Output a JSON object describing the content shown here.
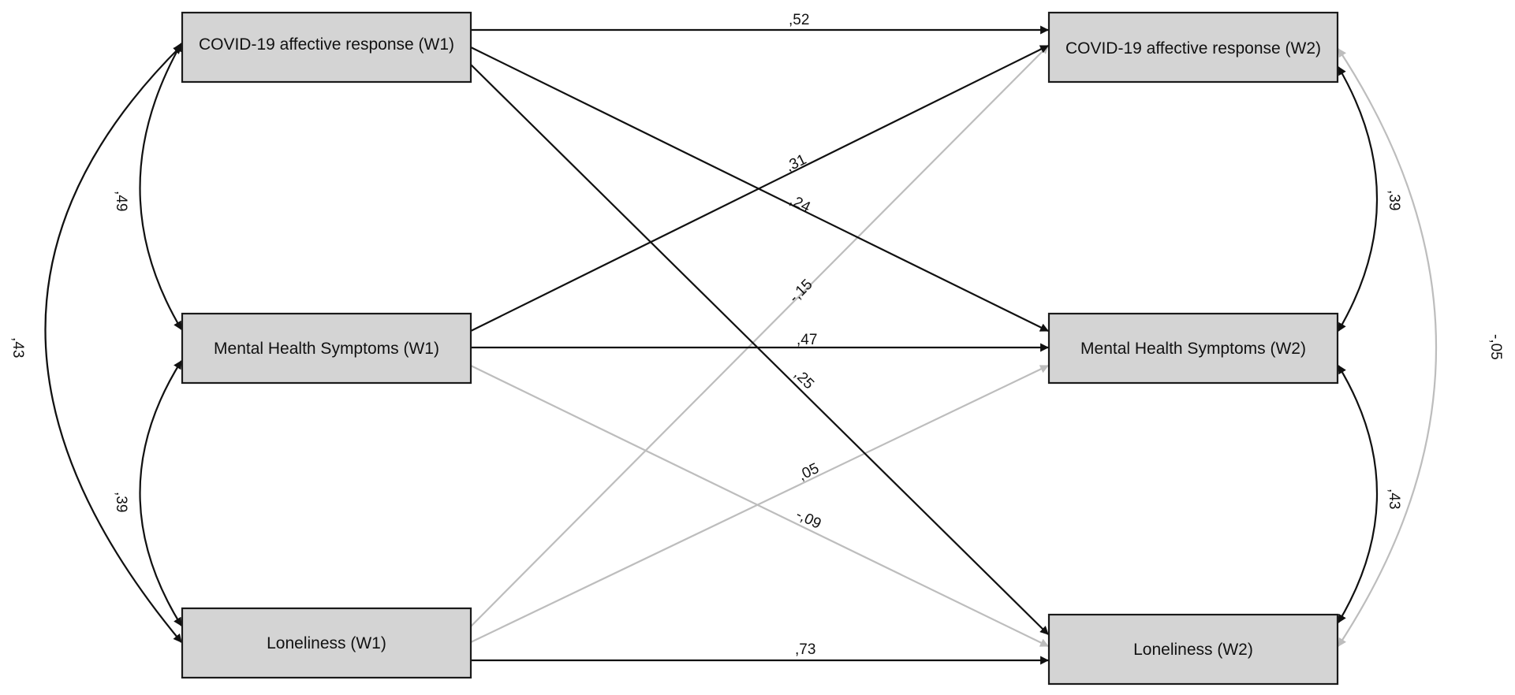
{
  "nodes": {
    "covid_w1": "COVID-19 affective response (W1)",
    "mhs_w1": "Mental Health Symptoms (W1)",
    "lon_w1": "Loneliness (W1)",
    "covid_w2": "COVID-19 affective response (W2)",
    "mhs_w2": "Mental Health Symptoms (W2)",
    "lon_w2": "Loneliness (W2)"
  },
  "paths": {
    "covid_covid": ",52",
    "mhs_covid": ",31",
    "covid_mhs": ",24",
    "lon_covid": "-,15",
    "mhs_mhs": ",47",
    "covid_lon": ",25",
    "lon_mhs": ",05",
    "mhs_lon": "-,09",
    "lon_lon": ",73"
  },
  "correlations": {
    "w1_covid_mhs": ",49",
    "w1_mhs_lon": ",39",
    "w1_covid_lon": ",43",
    "w2_covid_mhs": ",39",
    "w2_mhs_lon": ",43",
    "w2_covid_lon": "-,05"
  },
  "colors": {
    "significant": "#111111",
    "nonsignificant": "#bdbdbd",
    "box_fill": "#d4d4d4"
  }
}
